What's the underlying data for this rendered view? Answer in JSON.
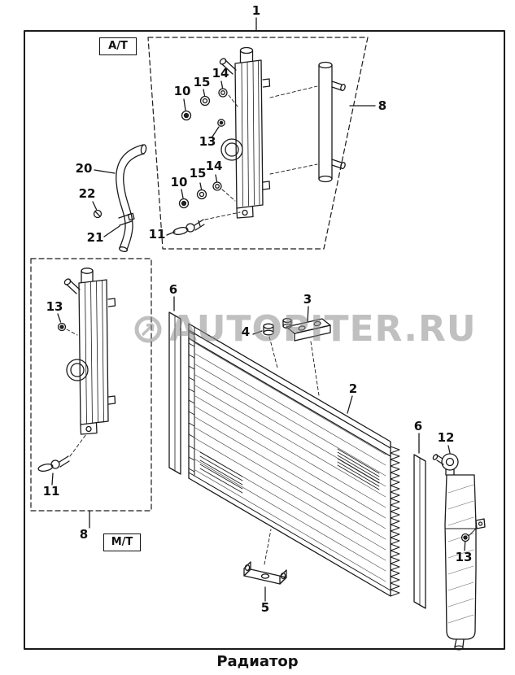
{
  "title": "Радиатор",
  "watermark": {
    "text": "AUTOPITER.RU"
  },
  "boxes": {
    "at": "A/T",
    "mt": "M/T"
  },
  "callouts": {
    "assembly": "1",
    "radiator_core": "2",
    "bracket_upper": "3",
    "cushion": "4",
    "bracket_lower": "5",
    "seal_left": "6",
    "seal_right": "6",
    "at_pipe": "8",
    "mt_tank": "8",
    "at_nut_upper": "10",
    "at_nut_lower": "10",
    "at_drain_plug": "11",
    "mt_drain_plug": "11",
    "reservoir": "12",
    "at_bolt": "13",
    "mt_bolt": "13",
    "reservoir_nut": "13",
    "at_oring_upper": "14",
    "at_oring_lower": "14",
    "at_washer_upper": "15",
    "at_washer_lower": "15",
    "at_hose": "20",
    "at_clamp": "21",
    "at_screw": "22"
  }
}
